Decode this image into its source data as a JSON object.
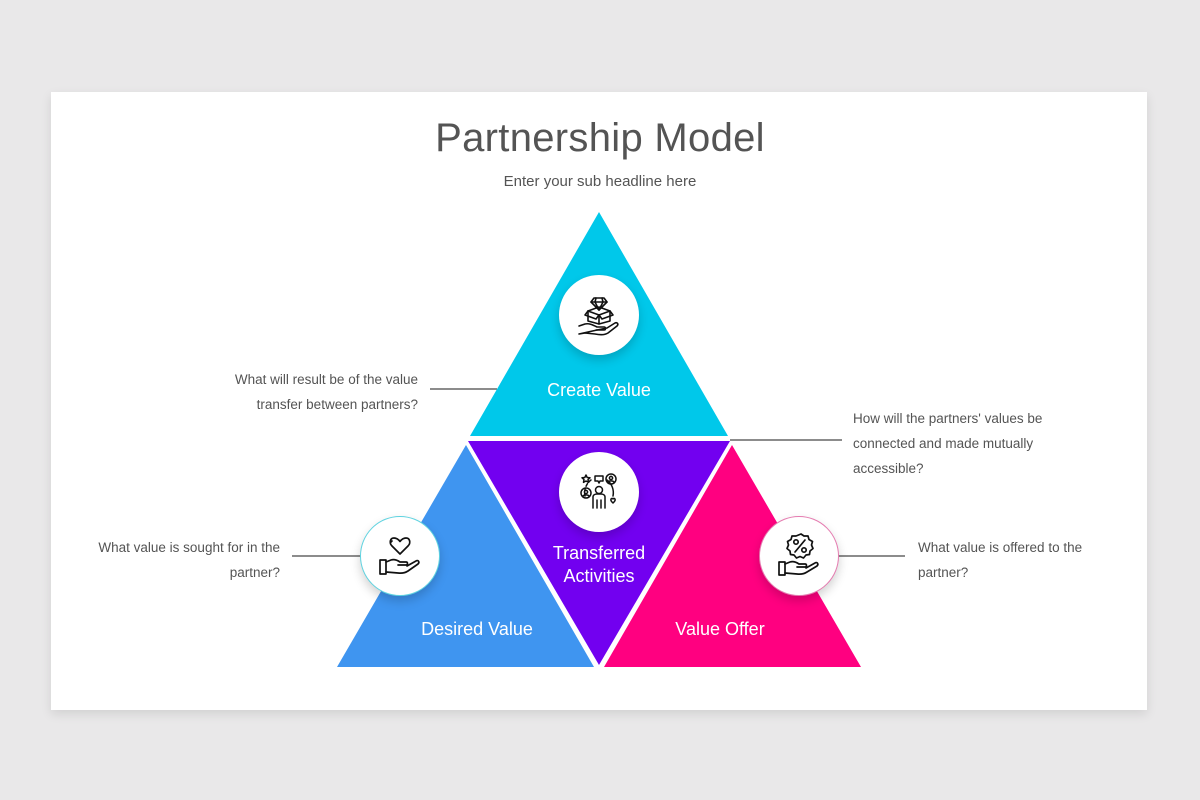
{
  "header": {
    "title": "Partnership Model",
    "subtitle": "Enter your sub headline here"
  },
  "colors": {
    "create_value": "#00c8ea",
    "transferred_activities": "#7200f0",
    "desired_value": "#3f95f0",
    "value_offer": "#ff0080",
    "connector": "#666666",
    "text": "#545454"
  },
  "segments": {
    "create_value": {
      "label": "Create Value",
      "icon": "hand-holding-gift-box-diamond-icon"
    },
    "transferred_activities": {
      "label_line1": "Transferred",
      "label_line2": "Activities",
      "icon": "person-network-connections-icon"
    },
    "desired_value": {
      "label": "Desired Value",
      "icon": "hand-holding-heart-icon"
    },
    "value_offer": {
      "label": "Value Offer",
      "icon": "hand-holding-percent-badge-icon"
    }
  },
  "notes": {
    "create_value": {
      "line1": "What will result be of the value",
      "line2": "transfer between partners?"
    },
    "transferred_activities": {
      "line1": "How will the partners' values be",
      "line2": "connected and made mutually",
      "line3": "accessible?"
    },
    "desired_value": {
      "line1": "What value is sought for in the",
      "line2": "partner?"
    },
    "value_offer": {
      "line1": "What value is offered to the",
      "line2": "partner?"
    }
  }
}
